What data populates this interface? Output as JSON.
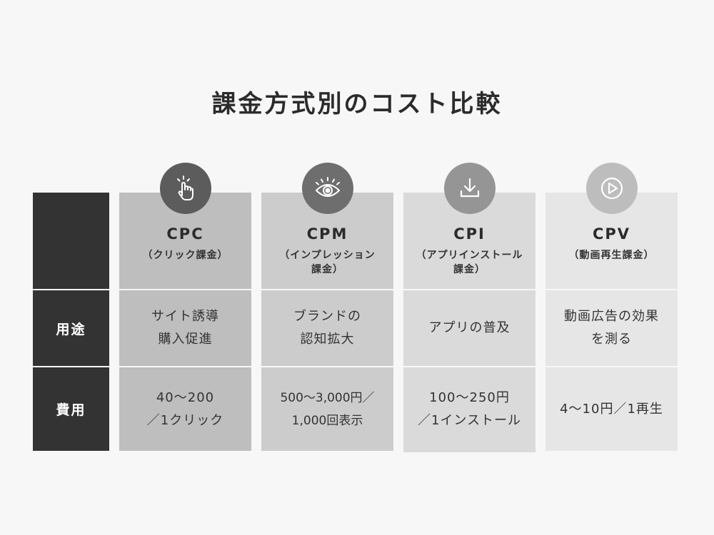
{
  "title": "課金方式別のコスト比較",
  "row_labels": {
    "use": "用途",
    "cost": "費用"
  },
  "columns": [
    {
      "code": "CPC",
      "sub": [
        "（クリック課金）"
      ],
      "use": [
        "サイト誘導",
        "購入促進"
      ],
      "cost": [
        "40〜200",
        "／1クリック"
      ],
      "icon": "pointer-click-icon"
    },
    {
      "code": "CPM",
      "sub": [
        "（インプレッション",
        "課金）"
      ],
      "use": [
        "ブランドの",
        "認知拡大"
      ],
      "cost": [
        "500〜3,000円／",
        "1,000回表示"
      ],
      "icon": "eye-icon"
    },
    {
      "code": "CPI",
      "sub": [
        "（アプリインストール",
        "課金）"
      ],
      "use": [
        "アプリの普及"
      ],
      "cost": [
        "100〜250円",
        "／1インストール"
      ],
      "icon": "download-icon"
    },
    {
      "code": "CPV",
      "sub": [
        "（動画再生課金）"
      ],
      "use": [
        "動画広告の効果",
        "を測る"
      ],
      "cost": [
        "4〜10円／1再生"
      ],
      "icon": "play-icon"
    }
  ],
  "colors": {
    "row_header": "#333333",
    "cpc": "#bebebe",
    "cpm": "#cccccc",
    "cpi": "#dadada",
    "cpv": "#e6e6e6"
  }
}
